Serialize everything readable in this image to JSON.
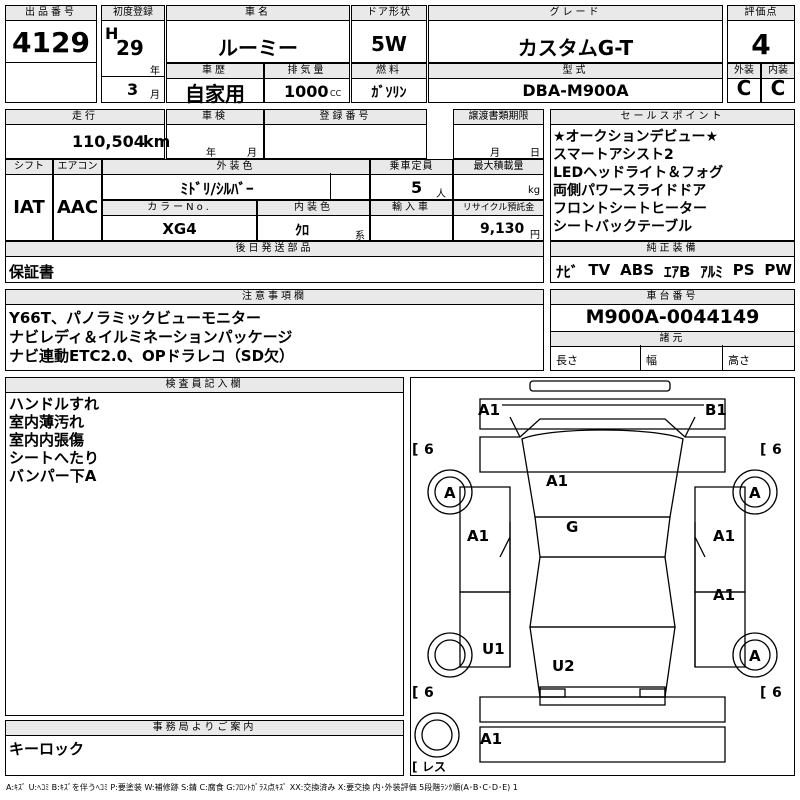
{
  "lot": {
    "label": "出品番号",
    "value": "4129"
  },
  "registration": {
    "label": "初度登録",
    "era": "H",
    "year": "29",
    "year_unit": "年",
    "month": "3",
    "month_unit": "月"
  },
  "car_name": {
    "label": "車名",
    "value": "ルーミー"
  },
  "door": {
    "label": "ドア形状",
    "value": "5W"
  },
  "grade": {
    "label": "グレード",
    "value": "カスタムG-T"
  },
  "score": {
    "label": "評価点",
    "value": "4"
  },
  "history": {
    "label": "車歴",
    "value": "自家用"
  },
  "displacement": {
    "label": "排気量",
    "value": "1000",
    "unit": "CC"
  },
  "fuel": {
    "label": "燃料",
    "value": "ｶﾞｿﾘﾝ"
  },
  "model": {
    "label": "型式",
    "value": "DBA-M900A"
  },
  "exterior": {
    "label": "外装",
    "value": "C"
  },
  "interior": {
    "label": "内装",
    "value": "C"
  },
  "mileage": {
    "label": "走行",
    "value": "110,504",
    "unit": "km"
  },
  "inspection": {
    "label": "車検",
    "year_unit": "年",
    "month_unit": "月"
  },
  "plate": {
    "label": "登録番号"
  },
  "transfer": {
    "label": "譲渡書類期限",
    "month_unit": "月",
    "day_unit": "日"
  },
  "sales_points": {
    "label": "セールスポイント",
    "items": [
      "★オークションデビュー★",
      "スマートアシスト2",
      "LEDヘッドライト＆フォグ",
      "両側パワースライドドア",
      "フロントシートヒーター",
      "シートバックテーブル"
    ]
  },
  "shift": {
    "label": "シフト",
    "value": "IAT"
  },
  "aircon": {
    "label": "エアコン",
    "value": "AAC"
  },
  "ext_color": {
    "label": "外装色",
    "value": "ﾐﾄﾞﾘ/ｼﾙﾊﾞｰ"
  },
  "capacity": {
    "label": "乗車定員",
    "value": "5",
    "unit": "人"
  },
  "max_load": {
    "label": "最大積載量",
    "unit": "kg"
  },
  "color_no": {
    "label": "カラーNo.",
    "value": "XG4"
  },
  "int_color": {
    "label": "内装色",
    "value": "ｸﾛ",
    "unit": "系"
  },
  "import": {
    "label": "輸入車"
  },
  "recycle": {
    "label": "リサイクル預託金",
    "value": "9,130",
    "unit": "円"
  },
  "later_parts": {
    "label": "後日発送部品",
    "value": "保証書"
  },
  "equipment": {
    "label": "純正装備",
    "items": [
      "ﾅﾋﾞ",
      "TV",
      "ABS",
      "ｴｱB",
      "ｱﾙﾐ",
      "PS",
      "PW"
    ]
  },
  "notes": {
    "label": "注意事項欄",
    "lines": [
      "Y66T、パノラミックビューモニター",
      "ナビレディ＆イルミネーションパッケージ",
      "ナビ連動ETC2.0、OPドラレコ（SD欠）"
    ]
  },
  "chassis": {
    "label": "車台番号",
    "value": "M900A-0044149"
  },
  "specs": {
    "label": "諸元",
    "length": "長さ",
    "width": "幅",
    "height": "高さ"
  },
  "inspector": {
    "label": "検査員記入欄",
    "lines": [
      "ハンドルすれ",
      "室内薄汚れ",
      "室内内張傷",
      "シートへたり",
      "バンパー下A"
    ]
  },
  "office": {
    "label": "事務局よりご案内",
    "value": "キーロック"
  },
  "diagram": {
    "marks": {
      "front_left": "A1",
      "front_right": "B1",
      "tire_fl": "A",
      "tire_fr": "A",
      "tire_rl_label": "U1",
      "tire_rr": "A",
      "hood": "A1",
      "roof": "G",
      "door_fl": "A1",
      "door_fr": "A1",
      "door_rr": "A1",
      "trunk": "U2",
      "rear": "A1",
      "tread_fl": "6",
      "tread_fr": "6",
      "tread_rl": "6",
      "tread_rr": "6",
      "spare": "レス"
    }
  },
  "legend": "A:ｷｽﾞ U:ﾍｺﾐ B:ｷｽﾞを伴うﾍｺﾐ P:要塗装 W:補修跡 S:錆 C:腐食 G:ﾌﾛﾝﾄｶﾞﾗｽ点ｷｽﾞ XX:交換済み X:要交換 内･外装評価 5段階ﾗﾝｸ順(A･B･C･D･E) 1"
}
